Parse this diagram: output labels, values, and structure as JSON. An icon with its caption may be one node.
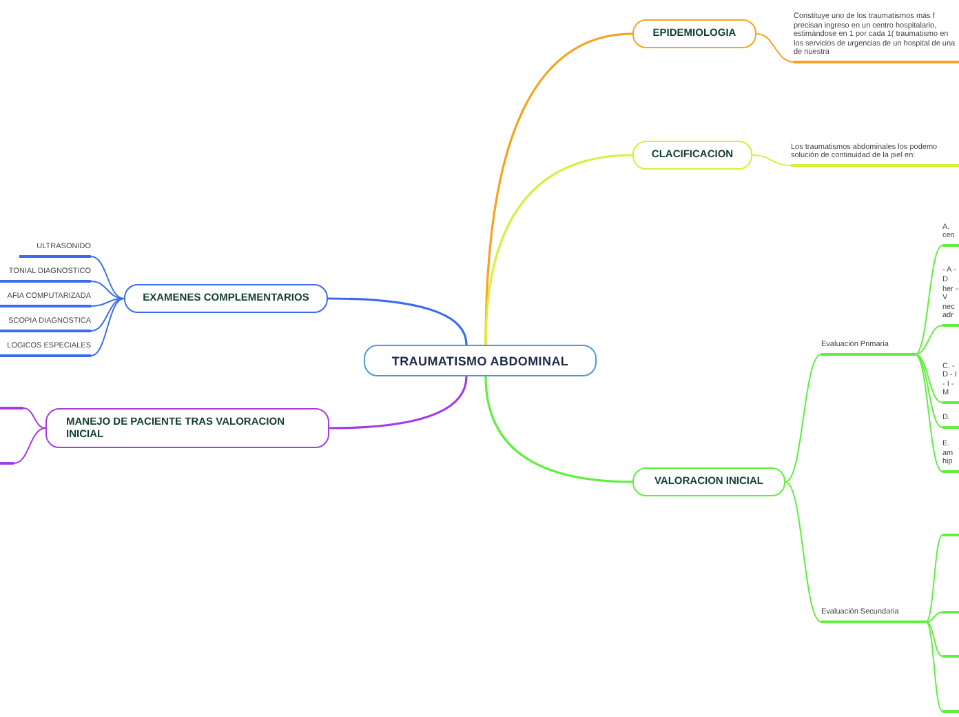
{
  "diagram": {
    "nodes": [
      {
        "text": [
          "TRAUMATISMO ABDOMINAL"
        ]
      },
      {
        "text": [
          "EPIDEMIOLOGIA"
        ]
      },
      {
        "text": [
          "Constituye uno de los traumatismos más f precisan ingreso en un centro hospitalario, estimándose en 1 por cada 1( traumatismo en los servicios de urgencias de un hospital de una de nuestra"
        ]
      },
      {
        "text": [
          "CLACIFICACION"
        ]
      },
      {
        "text": [
          "Los traumatismos abdominales los podemo solución de continuidad de la piel en:"
        ]
      },
      {
        "text": [
          "VALORACION INICIAL"
        ]
      },
      {
        "text": [
          "Evaluación Primaria"
        ]
      },
      {
        "text": [
          "A. cen"
        ]
      },
      {
        "text": [
          "- A - D her - V nec adr"
        ]
      },
      {
        "text": [
          "C. - D - I - I - M"
        ]
      },
      {
        "text": [
          "D."
        ]
      },
      {
        "text": [
          "E. am hip"
        ]
      },
      {
        "text": [
          "Evaluación Secundaria"
        ]
      },
      {
        "text": [],
        "shape": "bar"
      },
      {
        "text": [],
        "shape": "bar"
      },
      {
        "text": [],
        "shape": "bar"
      },
      {
        "text": [],
        "shape": "bar"
      },
      {
        "text": [
          "EXAMENES COMPLEMENTARIOS"
        ]
      },
      {
        "text": [
          "ULTRASONIDO"
        ]
      },
      {
        "text": [
          "TONIAL DIAGNOSTICO"
        ]
      },
      {
        "text": [
          "AFIA COMPUTARIZADA"
        ]
      },
      {
        "text": [
          "SCOPIA DIAGNOSTICA"
        ]
      },
      {
        "text": [
          "LOGICOS ESPECIALES"
        ]
      },
      {
        "text": [
          "MANEJO DE PACIENTE TRAS VALORACION INICIAL"
        ]
      },
      {
        "text": [],
        "shape": "bar"
      },
      {
        "text": [],
        "shape": "bar"
      }
    ],
    "edges": [
      {
        "from": 0,
        "to": 1,
        "arrow": "none",
        "color": "#f7a21b"
      },
      {
        "from": 1,
        "to": 2,
        "arrow": "none",
        "color": "#f7a21b"
      },
      {
        "from": 0,
        "to": 3,
        "arrow": "none",
        "color": "#d9ef3a"
      },
      {
        "from": 3,
        "to": 4,
        "arrow": "none",
        "color": "#d9ef3a"
      },
      {
        "from": 0,
        "to": 5,
        "arrow": "none"
      },
      {
        "from": 5,
        "to": 6,
        "arrow": "none"
      },
      {
        "from": 6,
        "to": 7,
        "arrow": "none"
      },
      {
        "from": 6,
        "to": 8,
        "arrow": "none"
      },
      {
        "from": 6,
        "to": 9,
        "arrow": "none"
      },
      {
        "from": 6,
        "to": 10,
        "arrow": "none"
      },
      {
        "from": 6,
        "to": 11,
        "arrow": "none"
      },
      {
        "from": 5,
        "to": 12,
        "arrow": "none"
      },
      {
        "from": 12,
        "to": 13,
        "arrow": "none"
      },
      {
        "from": 12,
        "to": 14,
        "arrow": "none"
      },
      {
        "from": 12,
        "to": 15,
        "arrow": "none"
      },
      {
        "from": 12,
        "to": 16,
        "arrow": "none"
      },
      {
        "from": 0,
        "to": 17,
        "arrow": "none",
        "color": "#3b6cf0"
      },
      {
        "from": 17,
        "to": 18,
        "arrow": "none",
        "color": "#3b6cf0"
      },
      {
        "from": 17,
        "to": 19,
        "arrow": "none",
        "color": "#3b6cf0"
      },
      {
        "from": 17,
        "to": 20,
        "arrow": "none",
        "color": "#3b6cf0"
      },
      {
        "from": 17,
        "to": 21,
        "arrow": "none",
        "color": "#3b6cf0"
      },
      {
        "from": 17,
        "to": 22,
        "arrow": "none",
        "color": "#3b6cf0"
      },
      {
        "from": 0,
        "to": 23,
        "arrow": "none",
        "color": "#a53be8"
      },
      {
        "from": 23,
        "to": 24,
        "arrow": "none",
        "color": "#a53be8"
      },
      {
        "from": 23,
        "to": 25,
        "arrow": "none",
        "color": "#a53be8"
      }
    ]
  }
}
